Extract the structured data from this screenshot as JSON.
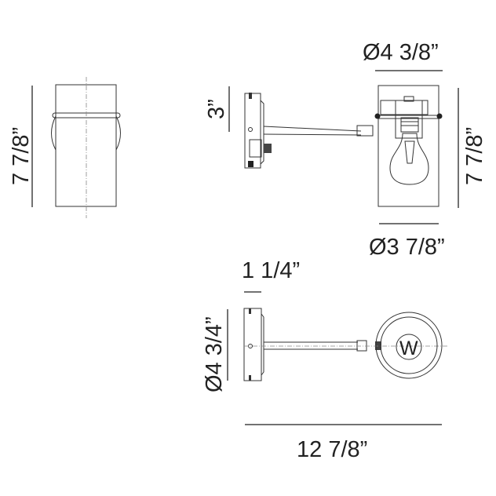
{
  "drawing": {
    "title": "Wall sconce dimension drawing",
    "colors": {
      "line": "#333333",
      "text": "#222222",
      "background": "#ffffff"
    },
    "views": {
      "side_view": {
        "height_label": "7 7/8”"
      },
      "front_view": {
        "backplate_height_label": "3”",
        "shade_outer_diameter_label": "Ø4 3/8”",
        "shade_height_label": "7 7/8”",
        "shade_inner_diameter_label": "Ø3 7/8”"
      },
      "top_view": {
        "backplate_depth_label": "1 1/4”",
        "backplate_diameter_label": "Ø4 3/4”",
        "overall_extension_label": "12 7/8”",
        "wall_marker_label": "W"
      }
    }
  }
}
